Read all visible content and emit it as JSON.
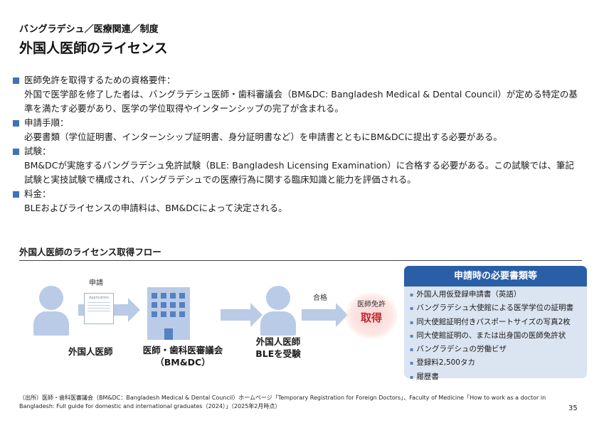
{
  "header": {
    "breadcrumb": "バングラデシュ／医療関連／制度",
    "title": "外国人医師のライセンス"
  },
  "requirements": [
    {
      "heading": "医師免許を取得するための資格要件：",
      "body": "外国で医学部を修了した者は、バングラデシュ医師・歯科審議会（BM&DC: Bangladesh Medical & Dental Council）が定める特定の基準を満たす必要があり、医学の学位取得やインターンシップの完了が含まれる。"
    },
    {
      "heading": "申請手順：",
      "body": "必要書類（学位証明書、インターンシップ証明書、身分証明書など）を申請書とともにBM&DCに提出する必要がある。"
    },
    {
      "heading": " 試験：",
      "body": "BM&DCが実施するバングラデシュ免許試験（BLE: Bangladesh Licensing Examination）に合格する必要がある。この試験では、筆記試験と実技試験で構成され、バングラデシュでの医療行為に関する臨床知識と能力を評価される。"
    },
    {
      "heading": " 料金：",
      "body": "BLEおよびライセンスの申請料は、BM&DCによって決定される。"
    }
  ],
  "flow": {
    "title": "外国人医師のライセンス取得フロー",
    "doctor_label": "外国人医師",
    "apply_label": "申請",
    "document_caption": "Application",
    "council_label_1": "医師・歯科医審議会",
    "council_label_2": "（BM&DC）",
    "exam_label_1": "外国人医師",
    "exam_label_2": "BLEを受験",
    "pass_label": "合格",
    "result_label_1": "医師免許",
    "result_label_2": "取得"
  },
  "documents_panel": {
    "title": "申請時の必要書類等",
    "items": [
      "外国人用仮登録申請書（英語）",
      "バングラデシュ大使館による医学学位の証明書",
      "同大使館証明付きパスポートサイズの写真2枚",
      "同大使館証明の、または出身国の医師免許状",
      "バングラデシュの労働ビザ",
      "登録料2,500タカ",
      "履歴書"
    ]
  },
  "footer": {
    "source": "（出所）医師・歯科医審議会（BM&DC：Bangladesh Medical & Dental Council）ホームページ「Temporary Registration for Foreign Doctors」、Faculty of Medicine「How to work as a doctor in Bangladesh: Full guide for domestic and international graduates（2024）」（2025年2月時点）",
    "page_number": "35"
  },
  "colors": {
    "accent": "#2a5fa8",
    "icon_light": "#b9cbe6",
    "panel_bg": "#dbe4f1",
    "result_text": "#c0272d"
  }
}
